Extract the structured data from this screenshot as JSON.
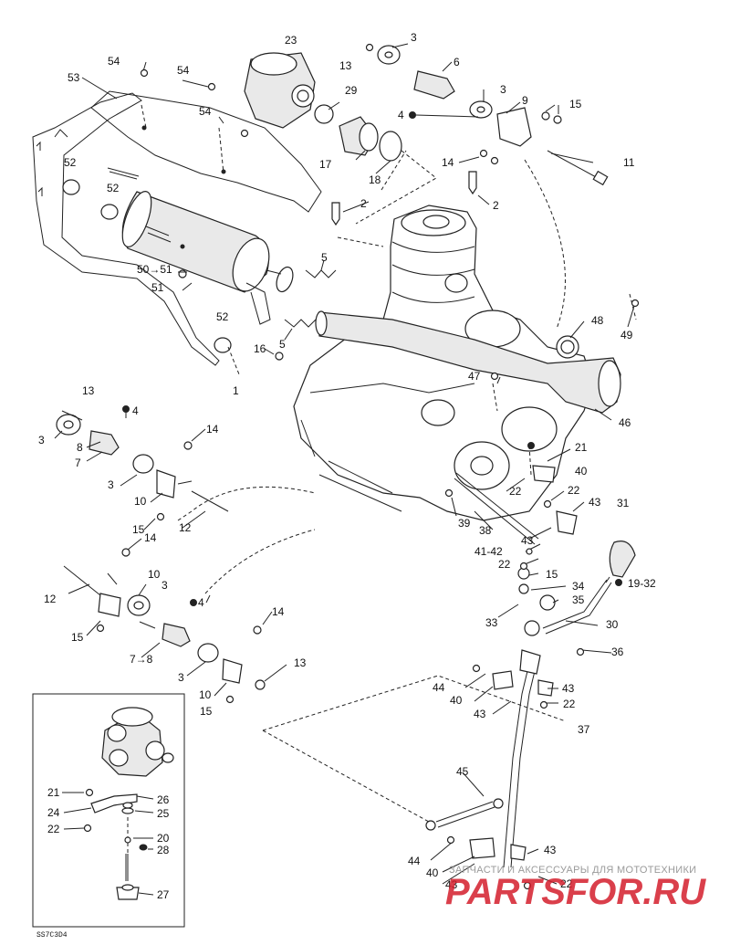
{
  "drawing_code": "SS7C3D4",
  "watermark": {
    "tagline": "ЗАПЧАСТИ И АКСЕССУАРЫ ДЛЯ МОТОТЕХНИКИ",
    "brand": "PARTSFOR.RU"
  },
  "callouts": {
    "c23": "23",
    "c3a": "3",
    "c13a": "13",
    "c6": "6",
    "c3b": "3",
    "c54a": "54",
    "c54b": "54",
    "c53": "53",
    "c29": "29",
    "c4a": "4",
    "c9": "9",
    "c15a": "15",
    "c54c": "54",
    "c17": "17",
    "c14a": "14",
    "c11": "11",
    "c52a": "52",
    "c52b": "52",
    "c18": "18",
    "c2a": "2",
    "c2b": "2",
    "c5a": "5",
    "c5051": "50→51",
    "c51": "51",
    "c52c": "52",
    "c5b": "5",
    "c16": "16",
    "c48": "48",
    "c49": "49",
    "c47": "47",
    "c1": "1",
    "c13b": "13",
    "c4b": "4",
    "c3c": "3",
    "c8a": "8",
    "c7a": "7",
    "c14b": "14",
    "c46": "46",
    "c3d": "3",
    "c21a": "21",
    "c10a": "10",
    "c40a": "40",
    "c22a": "22",
    "c22b": "22",
    "c43a": "43",
    "c31": "31",
    "c15b": "15",
    "c12a": "12",
    "c39": "39",
    "c38": "38",
    "c43b": "43",
    "c4142": "41-42",
    "c22c": "22",
    "c14c": "14",
    "c15c": "15",
    "c1932": "19-32",
    "c34": "34",
    "c10b": "10",
    "c3e": "3",
    "c12b": "12",
    "c4c": "4",
    "c35": "35",
    "c33": "33",
    "c30": "30",
    "c15d": "15",
    "c14d": "14",
    "c78": "7→8",
    "c36": "36",
    "c13c": "13",
    "c3f": "3",
    "c10c": "10",
    "c44a": "44",
    "c43c": "43",
    "c15e": "15",
    "c40b": "40",
    "c22d": "22",
    "c43d": "43",
    "c37": "37",
    "c45": "45",
    "c21b": "21",
    "c26": "26",
    "c24": "24",
    "c25": "25",
    "c22e": "22",
    "c20": "20",
    "c28": "28",
    "c27": "27",
    "c44b": "44",
    "c43e": "43",
    "c40c": "40",
    "c43f": "43",
    "c22f": "22"
  }
}
